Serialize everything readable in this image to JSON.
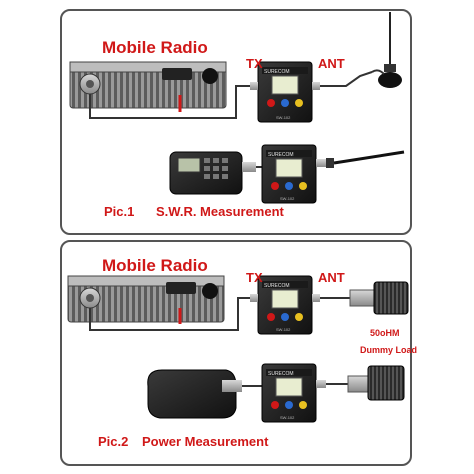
{
  "colors": {
    "label_red": "#d01818",
    "frame": "#555555",
    "cable": "#333333"
  },
  "panel1": {
    "title": "Mobile Radio",
    "tx_label": "TX",
    "ant_label": "ANT",
    "caption_num": "Pic.1",
    "caption_text": "S.W.R. Measurement"
  },
  "panel2": {
    "title": "Mobile Radio",
    "tx_label": "TX",
    "ant_label": "ANT",
    "load_value": "50oHM",
    "load_name": "Dummy Load",
    "caption_num": "Pic.2",
    "caption_text": "Power Measurement"
  },
  "meter": {
    "brand": "SURECOM",
    "model": "SW-102"
  },
  "icons": [
    "mobile-radio-icon",
    "swr-meter-icon",
    "antenna-icon",
    "handheld-radio-icon",
    "dummy-load-icon"
  ]
}
